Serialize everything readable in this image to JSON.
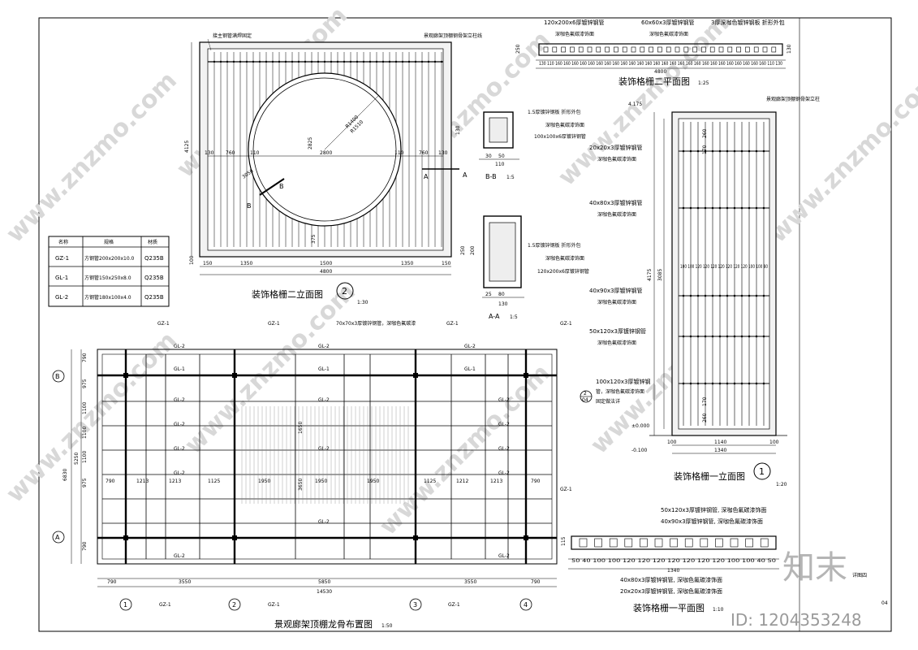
{
  "elevation2": {
    "title": "装饰格栅二立面图",
    "number": "2",
    "scale": "1:30",
    "note_top_left": "接主钢管满焊固定",
    "note_top_right": "景观廊架顶棚钢骨架立柱线",
    "radius1": "R1400",
    "radius2": "R1510",
    "dim_2825": "2825",
    "dim_2800": "2800",
    "dim_4125": "4125",
    "dim_4800": "4800",
    "dim_130": "130",
    "dim_760": "760",
    "dim_110": "110",
    "dim_375": "375",
    "dim_150": "150",
    "dim_1350": "1350",
    "dim_1500": "1500",
    "dim_100": "100",
    "section_b": "B",
    "section_a": "A",
    "dim_angle": "3050"
  },
  "table": {
    "headers": [
      "名称",
      "规格",
      "材质"
    ],
    "rows": [
      [
        "GZ-1",
        "方钢管200x200x10.0",
        "Q235B"
      ],
      [
        "GL-1",
        "方钢管150x250x8.0",
        "Q235B"
      ],
      [
        "GL-2",
        "方钢管180x100x4.0",
        "Q235B"
      ]
    ]
  },
  "sectionBB": {
    "title": "B-B",
    "scale": "1:5",
    "note1": "1.5厚镀锌钢板 折形外包",
    "note1b": "深咖色氟碳漆饰面",
    "note2": "100x100x6厚镀锌钢管",
    "dim_130": "130",
    "dim_30": "30",
    "dim_50": "50",
    "dim_110": "110"
  },
  "sectionAA": {
    "title": "A-A",
    "scale": "1:5",
    "note1": "1.5厚镀锌钢板 折形外包",
    "note1b": "深咖色氟碳漆饰面",
    "note2": "120x200x6厚镀锌钢管",
    "dim_250": "250",
    "dim_200": "200",
    "dim_25": "25",
    "dim_80": "80",
    "dim_130": "130"
  },
  "plan2": {
    "title": "装饰格栅二平面图",
    "scale": "1:25",
    "label1": "120x200x6厚镀锌钢管",
    "label1b": "深咖色氟碳漆饰面",
    "label2": "60x60x3厚镀锌钢管",
    "label2b": "深咖色氟碳漆饰面",
    "label3": "3厚深咖色镀锌钢板 折形外包",
    "dims": "130 110 160 160 160 160 160 160 160 160 160 160 160 160 160 160 160 160 160 160 160 160 160 160 160 160 160 160 110 130",
    "dim_4800": "4800",
    "dim_250": "250",
    "dim_130": "130"
  },
  "elevation1": {
    "title": "装饰格栅一立面图",
    "number": "1",
    "scale": "1:20",
    "note_top": "景观廊架顶棚钢骨架立柱",
    "elev_top": "4.175",
    "elev_zero": "±0.000",
    "elev_neg": "-0.100",
    "labels": [
      "20x20x3厚镀锌钢管",
      "深咖色氟碳漆饰面",
      "40x80x3厚镀锌钢管",
      "深咖色氟碳漆饰面",
      "40x90x3厚镀锌钢管",
      "深咖色氟碳漆饰面",
      "50x120x3厚镀锌钢管",
      "深咖色氟碳漆饰面",
      "100x120x3厚镀锌钢",
      "管，深咖色氟碳漆饰面",
      "固定做法详"
    ],
    "detail_ref_top": "2",
    "detail_ref_bot": "04",
    "dim_4175": "4175",
    "dim_3085": "3085",
    "dim_260": "260",
    "dim_170": "170",
    "dim_1140": "1140",
    "dim_1340": "1340",
    "dim_100": "100",
    "row_dims": "100 100 120 120 120 120 120 120 120 100 100 80"
  },
  "framing": {
    "title": "景观廊架顶棚龙骨布置图",
    "scale": "1:50",
    "top_note": "70x70x3厚镀锌钢管，深咖色氟碳漆",
    "gz": "GZ-1",
    "gl1": "GL-1",
    "gl2": "GL-2",
    "axis_a": "A",
    "axis_b": "B",
    "axes": [
      "1",
      "2",
      "3",
      "4"
    ],
    "left_dims": [
      "790",
      "975",
      "1100",
      "1100",
      "1100",
      "975",
      "790"
    ],
    "left_total1": "5250",
    "left_total2": "6830",
    "bottom_dims": [
      "790",
      "3550",
      "5850",
      "3550",
      "790"
    ],
    "bottom_total": "14530",
    "mid_dims": [
      "790",
      "1213",
      "1213",
      "1125",
      "1950",
      "1950",
      "1950",
      "1125",
      "1212",
      "1213",
      "790"
    ],
    "dim_1650": "1650",
    "dim_3650": "3650"
  },
  "plan1": {
    "title": "装饰格栅一平面图",
    "scale": "1:10",
    "label1": "50x120x3厚镀锌钢管, 深咖色氟碳漆饰面",
    "label2": "40x90x3厚镀锌钢管, 深咖色氟碳漆饰面",
    "label3": "40x80x3厚镀锌钢管, 深咖色氟碳漆饰面",
    "label4": "20x20x3厚镀锌钢管, 深咖色氟碳漆饰面",
    "dims": "50 40 100 100 120 120 120 120 120 120 120 100 100 40 50",
    "dim_1340": "1340",
    "dim_115": "115",
    "note_right": "详图四"
  },
  "watermark": {
    "text": "www.znzmo.com",
    "logo": "知末",
    "id": "ID: 1204353248",
    "page": "04"
  }
}
